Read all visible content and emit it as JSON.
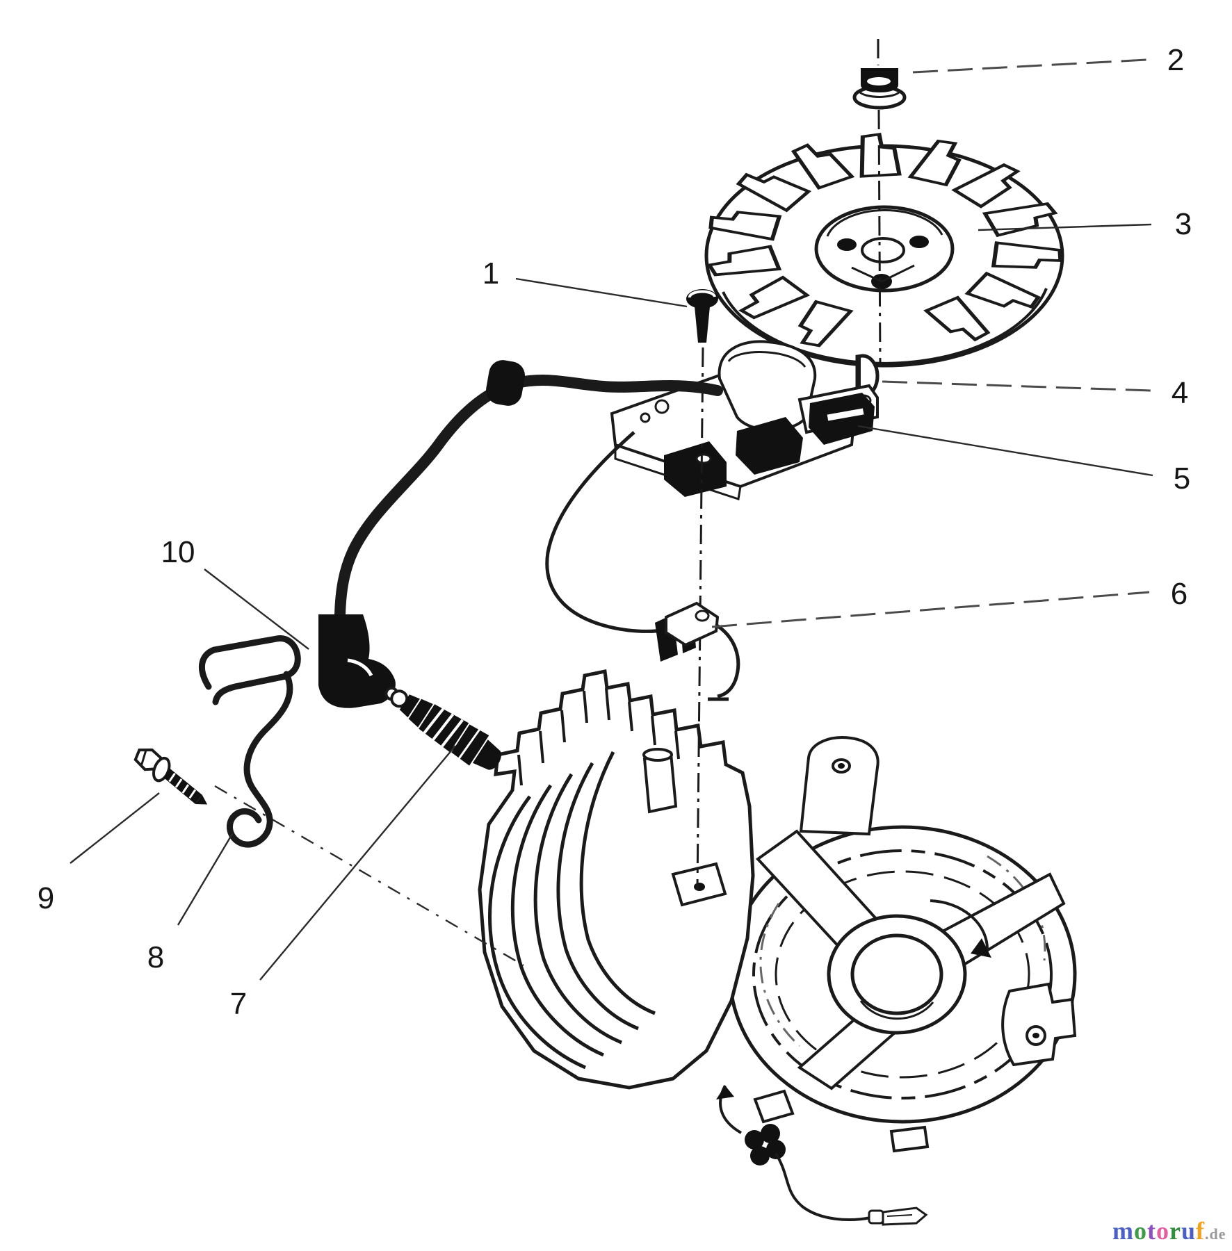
{
  "callouts": [
    {
      "number": "1"
    },
    {
      "number": "2"
    },
    {
      "number": "3"
    },
    {
      "number": "4"
    },
    {
      "number": "5"
    },
    {
      "number": "6"
    },
    {
      "number": "7"
    },
    {
      "number": "8"
    },
    {
      "number": "9"
    },
    {
      "number": "10"
    }
  ],
  "watermark": {
    "letters": [
      {
        "char": "m",
        "color": "#4b5fc4"
      },
      {
        "char": "o",
        "color": "#3f9b47"
      },
      {
        "char": "t",
        "color": "#8f4fbf"
      },
      {
        "char": "o",
        "color": "#e25fa2"
      },
      {
        "char": "r",
        "color": "#2f8f3c"
      },
      {
        "char": "u",
        "color": "#4b5fc4"
      },
      {
        "char": "f",
        "color": "#f2a31d"
      }
    ],
    "suffix": ".de",
    "suffix_color": "#9a9a9a"
  },
  "colors": {
    "line": "#1a1a1a",
    "background": "#ffffff"
  }
}
